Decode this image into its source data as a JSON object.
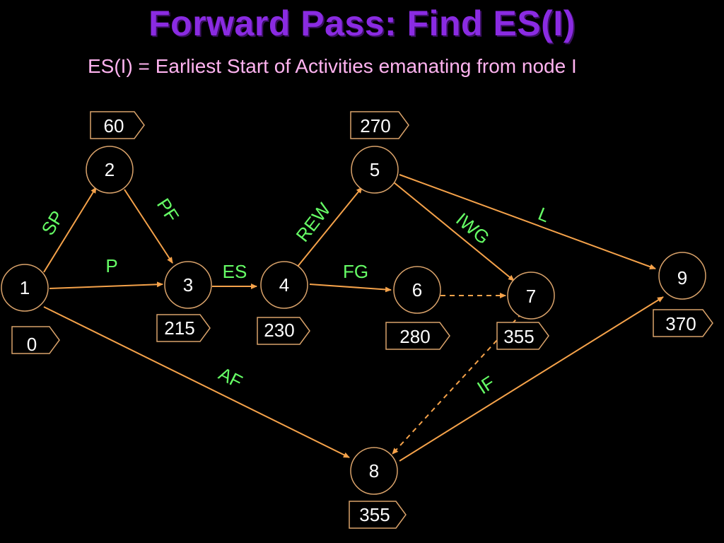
{
  "title": "Forward Pass: Find ES(I)",
  "subtitle": "ES(I) = Earliest Start of Activities emanating from node I",
  "colors": {
    "title": "#8a2be2",
    "subtitle": "#ffb3f0",
    "arrow": "#f5a24a",
    "activity": "#66ff66",
    "node_stroke": "#d9a26a",
    "background": "#000000"
  },
  "nodes": [
    "1",
    "2",
    "3",
    "4",
    "5",
    "6",
    "7",
    "8",
    "9"
  ],
  "activities": [
    "SP",
    "PF",
    "P",
    "ES",
    "REW",
    "FG",
    "IWG",
    "L",
    "AF",
    "IF"
  ],
  "es_values": [
    "0",
    "60",
    "215",
    "230",
    "270",
    "280",
    "355",
    "355",
    "370"
  ]
}
